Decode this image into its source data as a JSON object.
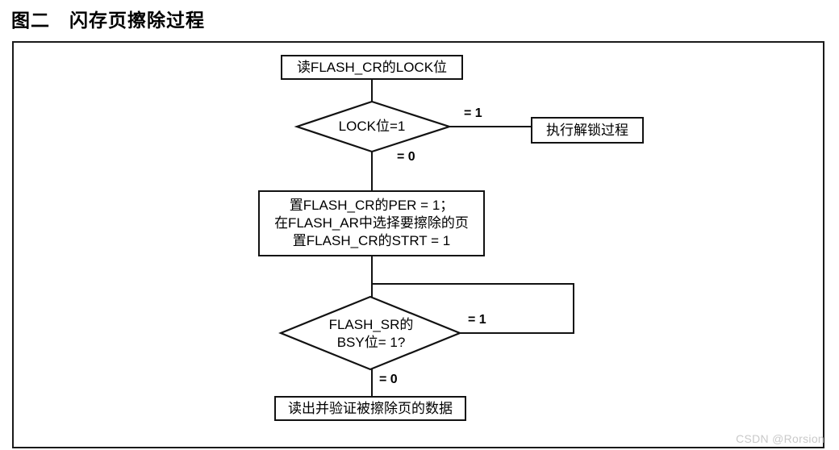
{
  "page": {
    "title": "图二　闪存页擦除过程",
    "watermark": "CSDN @Rorsion"
  },
  "chart_data": {
    "type": "diagram",
    "diagram_type": "flowchart",
    "title": "图二　闪存页擦除过程",
    "nodes": [
      {
        "id": "read-lock",
        "shape": "rect",
        "text": "读FLASH_CR的LOCK位"
      },
      {
        "id": "lock-check",
        "shape": "diamond",
        "text": "LOCK位=1"
      },
      {
        "id": "unlock-proc",
        "shape": "rect",
        "text": "执行解锁过程"
      },
      {
        "id": "set-per",
        "shape": "rect",
        "text": "置FLASH_CR的PER = 1；\n在FLASH_AR中选择要擦除的页\n置FLASH_CR的STRT = 1"
      },
      {
        "id": "bsy-check",
        "shape": "diamond",
        "text": "FLASH_SR的\nBSY位= 1?"
      },
      {
        "id": "verify-data",
        "shape": "rect",
        "text": "读出并验证被擦除页的数据"
      }
    ],
    "edges": [
      {
        "from": "read-lock",
        "to": "lock-check",
        "label": ""
      },
      {
        "from": "lock-check",
        "to": "unlock-proc",
        "label": "= 1"
      },
      {
        "from": "lock-check",
        "to": "set-per",
        "label": "= 0"
      },
      {
        "from": "set-per",
        "to": "bsy-check",
        "label": ""
      },
      {
        "from": "bsy-check",
        "to": "set-per",
        "label": "= 1"
      },
      {
        "from": "bsy-check",
        "to": "verify-data",
        "label": "= 0"
      }
    ],
    "labels": {
      "lock_yes": "= 1",
      "lock_no": "= 0",
      "bsy_yes": "= 1",
      "bsy_no": "= 0"
    }
  },
  "colors": {
    "stroke": "#121212",
    "background": "#ffffff",
    "text": "#000000",
    "watermark": "#c9c9c9"
  }
}
